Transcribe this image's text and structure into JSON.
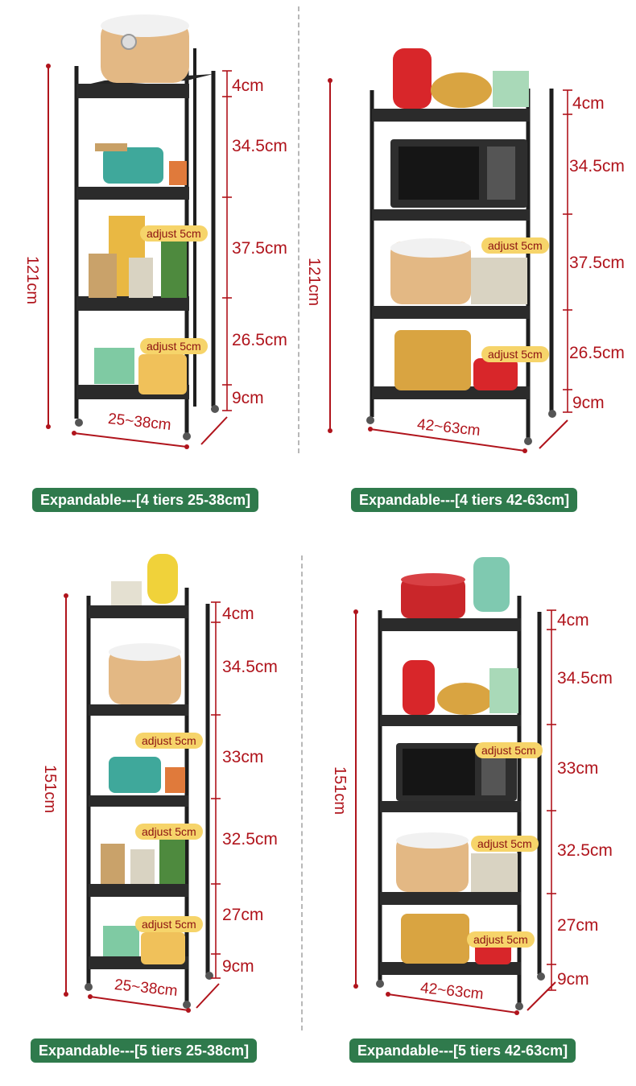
{
  "colors": {
    "accent": "#b0141c",
    "badge": "#2f7a4c",
    "adjust": "#f6d46a",
    "frame": "#1e1e1e"
  },
  "panels": [
    {
      "height_label": "121cm",
      "tiers": [
        "4cm",
        "34.5cm",
        "37.5cm",
        "26.5cm",
        "9cm"
      ],
      "adjust": [
        "adjust 5cm",
        "adjust 5cm"
      ],
      "width_label": "25~38cm",
      "caption": "Expandable---[4 tiers 25-38cm]"
    },
    {
      "height_label": "121cm",
      "tiers": [
        "4cm",
        "34.5cm",
        "37.5cm",
        "26.5cm",
        "9cm"
      ],
      "adjust": [
        "adjust 5cm",
        "adjust 5cm"
      ],
      "width_label": "42~63cm",
      "caption": "Expandable---[4 tiers 42-63cm]"
    },
    {
      "height_label": "151cm",
      "tiers": [
        "4cm",
        "34.5cm",
        "33cm",
        "32.5cm",
        "27cm",
        "9cm"
      ],
      "adjust": [
        "adjust 5cm",
        "adjust 5cm",
        "adjust 5cm"
      ],
      "width_label": "25~38cm",
      "caption": "Expandable---[5 tiers 25-38cm]"
    },
    {
      "height_label": "151cm",
      "tiers": [
        "4cm",
        "34.5cm",
        "33cm",
        "32.5cm",
        "27cm",
        "9cm"
      ],
      "adjust": [
        "adjust 5cm",
        "adjust 5cm",
        "adjust 5cm"
      ],
      "width_label": "42~63cm",
      "caption": "Expandable---[5 tiers 42-63cm]"
    }
  ]
}
